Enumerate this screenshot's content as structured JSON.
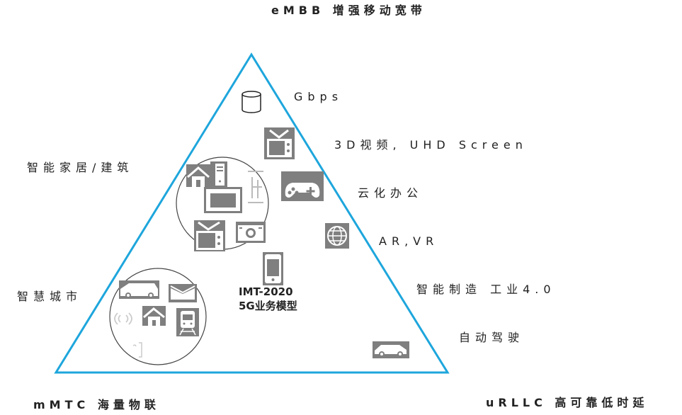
{
  "title": "IMT-2020 5G业务模型",
  "center_label": {
    "line1": "IMT-2020",
    "line2": "5G业务模型"
  },
  "corners": {
    "top": "eMBB  增强移动宽带",
    "bottom_left": "mMTC  海量物联",
    "bottom_right": "uRLLC  高可靠低时延"
  },
  "right_labels": [
    "Gbps",
    "3D视频, UHD Screen",
    "云化办公",
    "AR,VR",
    "智能制造  工业4.0",
    "自动驾驶"
  ],
  "left_labels": [
    "智能家居/建筑",
    "智慧城市"
  ],
  "colors": {
    "triangle": "#1ea6dc",
    "icon": "#7f7f7f"
  }
}
